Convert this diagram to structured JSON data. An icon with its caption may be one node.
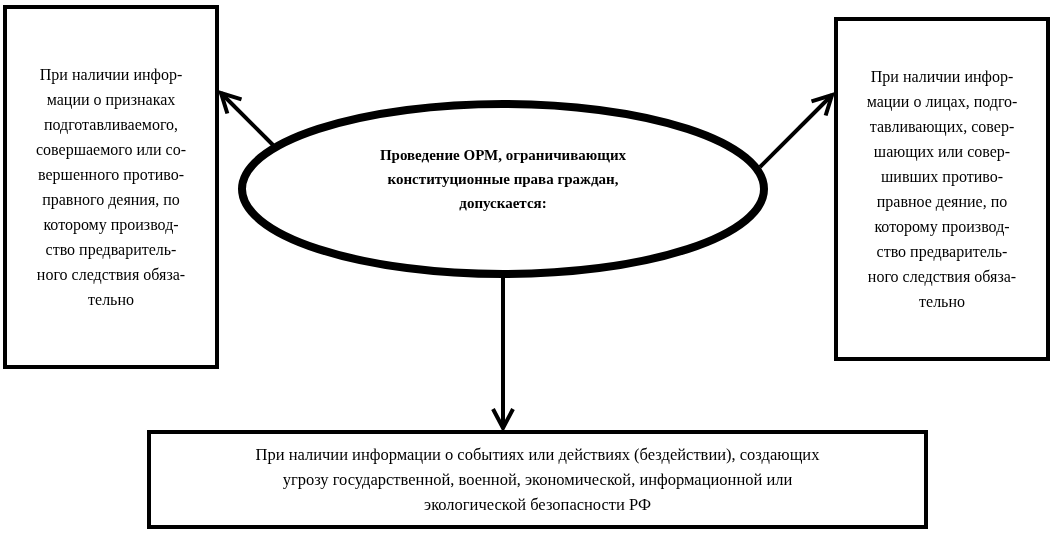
{
  "diagram": {
    "nodes": [
      {
        "text": [
          "Проведение ОРМ, ограничивающих конституционные права граждан, допускается:"
        ]
      },
      {
        "text": [
          "При наличии инфор- мации о признаках подготавливаемого, совершаемого или со- вершенного противо- правного деяния, по которому производ- ство предваритель- ного следствия обяза- тельно"
        ]
      },
      {
        "text": [
          "При наличии инфор- мации о лицах, подго- тавливающих, совер- шающих или совер- шивших противо- правное деяние, по которому производ- ство предваритель- ного следствия обяза- тельно"
        ]
      },
      {
        "text": [
          "При наличии информации о событиях или действиях (бездействии), создающих угрозу государственной, военной, экономической, информационной или экологической безопасности РФ"
        ]
      }
    ],
    "edges": [
      {
        "from": 0,
        "to": 1,
        "arrow": "to"
      },
      {
        "from": 0,
        "to": 2,
        "arrow": "to"
      },
      {
        "from": 0,
        "to": 3,
        "arrow": "to"
      }
    ]
  }
}
